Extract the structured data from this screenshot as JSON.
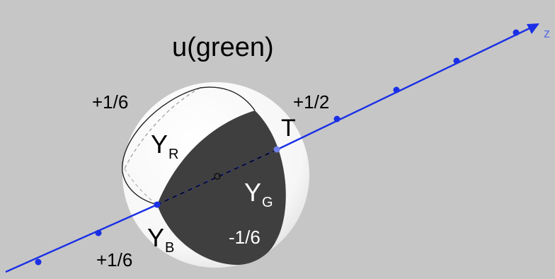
{
  "title": "u(green)",
  "axis": {
    "label": "z",
    "color": "#1a2fe6"
  },
  "labels": {
    "top_left": "+1/6",
    "top_right": "+1/2",
    "bottom_left": "+1/6",
    "bottom_inside": "-1/6",
    "t": "T"
  },
  "regions": {
    "red": {
      "base": "Y",
      "sub": "R"
    },
    "green": {
      "base": "Y",
      "sub": "G"
    },
    "blue": {
      "base": "Y",
      "sub": "B"
    }
  },
  "colors": {
    "background": "#c6c6c6",
    "sphere": "#ffffff",
    "dark_region": "#3f3f3f",
    "axis": "#1a2fe6"
  }
}
